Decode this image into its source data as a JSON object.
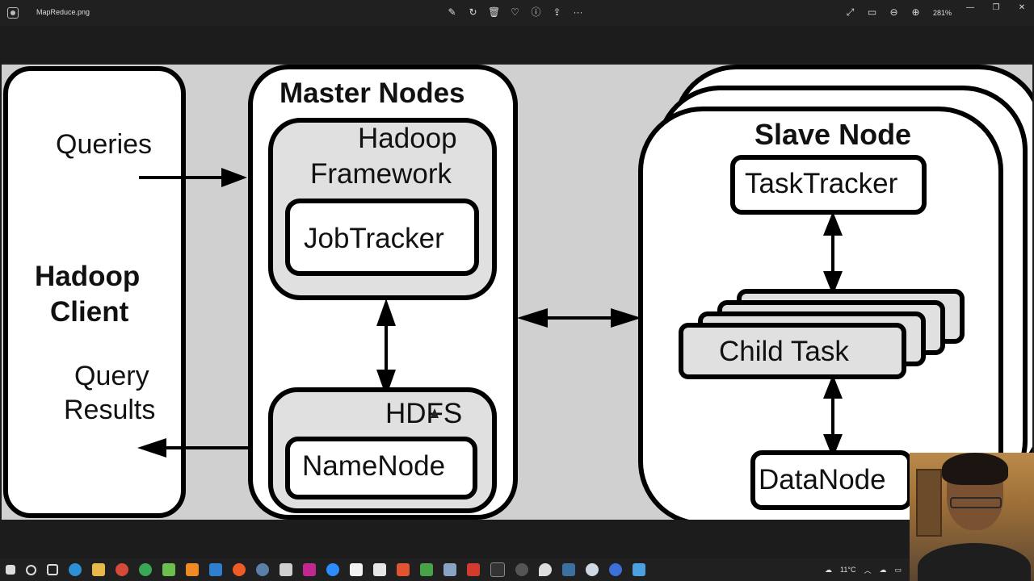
{
  "window": {
    "file_name": "MapReduce.png",
    "zoom": "281%"
  },
  "toolbar_icons": [
    "edit-image-icon",
    "rotate-icon",
    "delete-icon",
    "favorite-icon",
    "info-icon",
    "share-icon",
    "more-icon"
  ],
  "right_icons": [
    "fullscreen-icon",
    "fit-window-icon",
    "zoom-out-icon",
    "zoom-in-icon"
  ],
  "diagram": {
    "client": {
      "queries": "Queries",
      "title_line1": "Hadoop",
      "title_line2": "Client",
      "results_line1": "Query",
      "results_line2": "Results"
    },
    "master": {
      "title": "Master Nodes",
      "framework_line1": "Hadoop",
      "framework_line2": "Framework",
      "jobtracker": "JobTracker",
      "hdfs": "HDFS",
      "namenode": "NameNode"
    },
    "slave": {
      "title": "Slave Node",
      "tasktracker": "TaskTracker",
      "child_task": "Child Task",
      "datanode": "DataNode"
    }
  },
  "tray": {
    "temperature": "11°C"
  },
  "colors": {
    "titlebar": "#202020",
    "diagram_bg": "#d0d0d0",
    "panel_fill": "#e0e0e0"
  }
}
